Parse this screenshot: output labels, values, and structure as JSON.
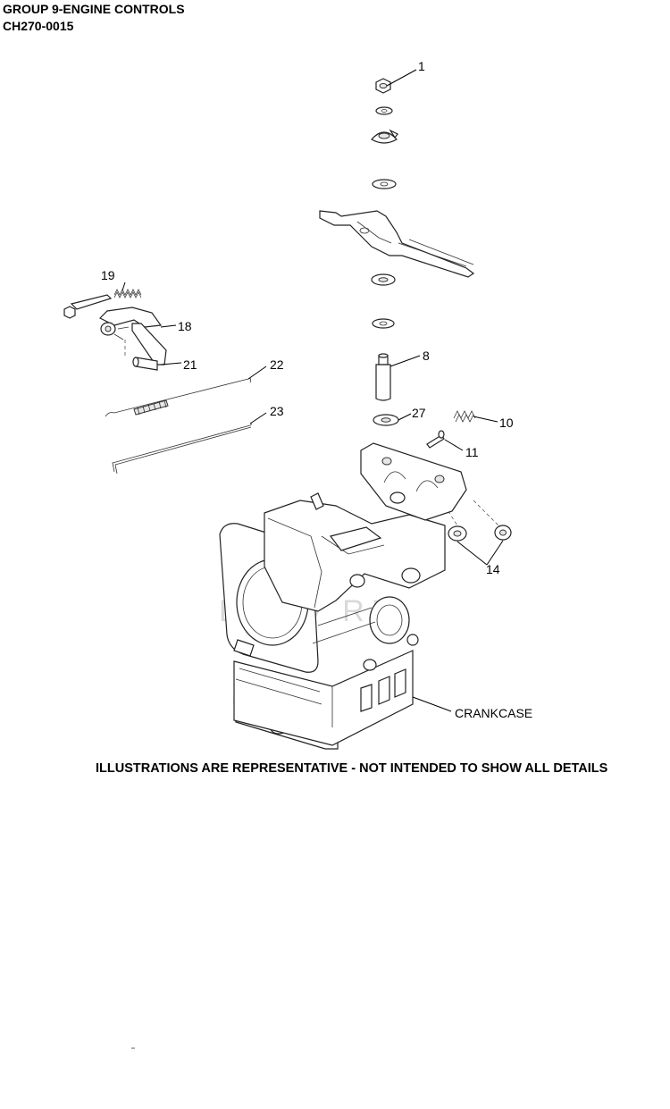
{
  "header": {
    "title": "GROUP 9-ENGINE CONTROLS",
    "code": "CH270-0015"
  },
  "callouts": {
    "c1": "1",
    "c8": "8",
    "c10": "10",
    "c11": "11",
    "c14": "14",
    "c18": "18",
    "c19": "19",
    "c21": "21",
    "c22": "22",
    "c23": "23",
    "c27": "27",
    "crankcase": "CRANKCASE"
  },
  "disclaimer": "ILLUSTRATIONS ARE REPRESENTATIVE - NOT INTENDED TO SHOW ALL DETAILS"
}
